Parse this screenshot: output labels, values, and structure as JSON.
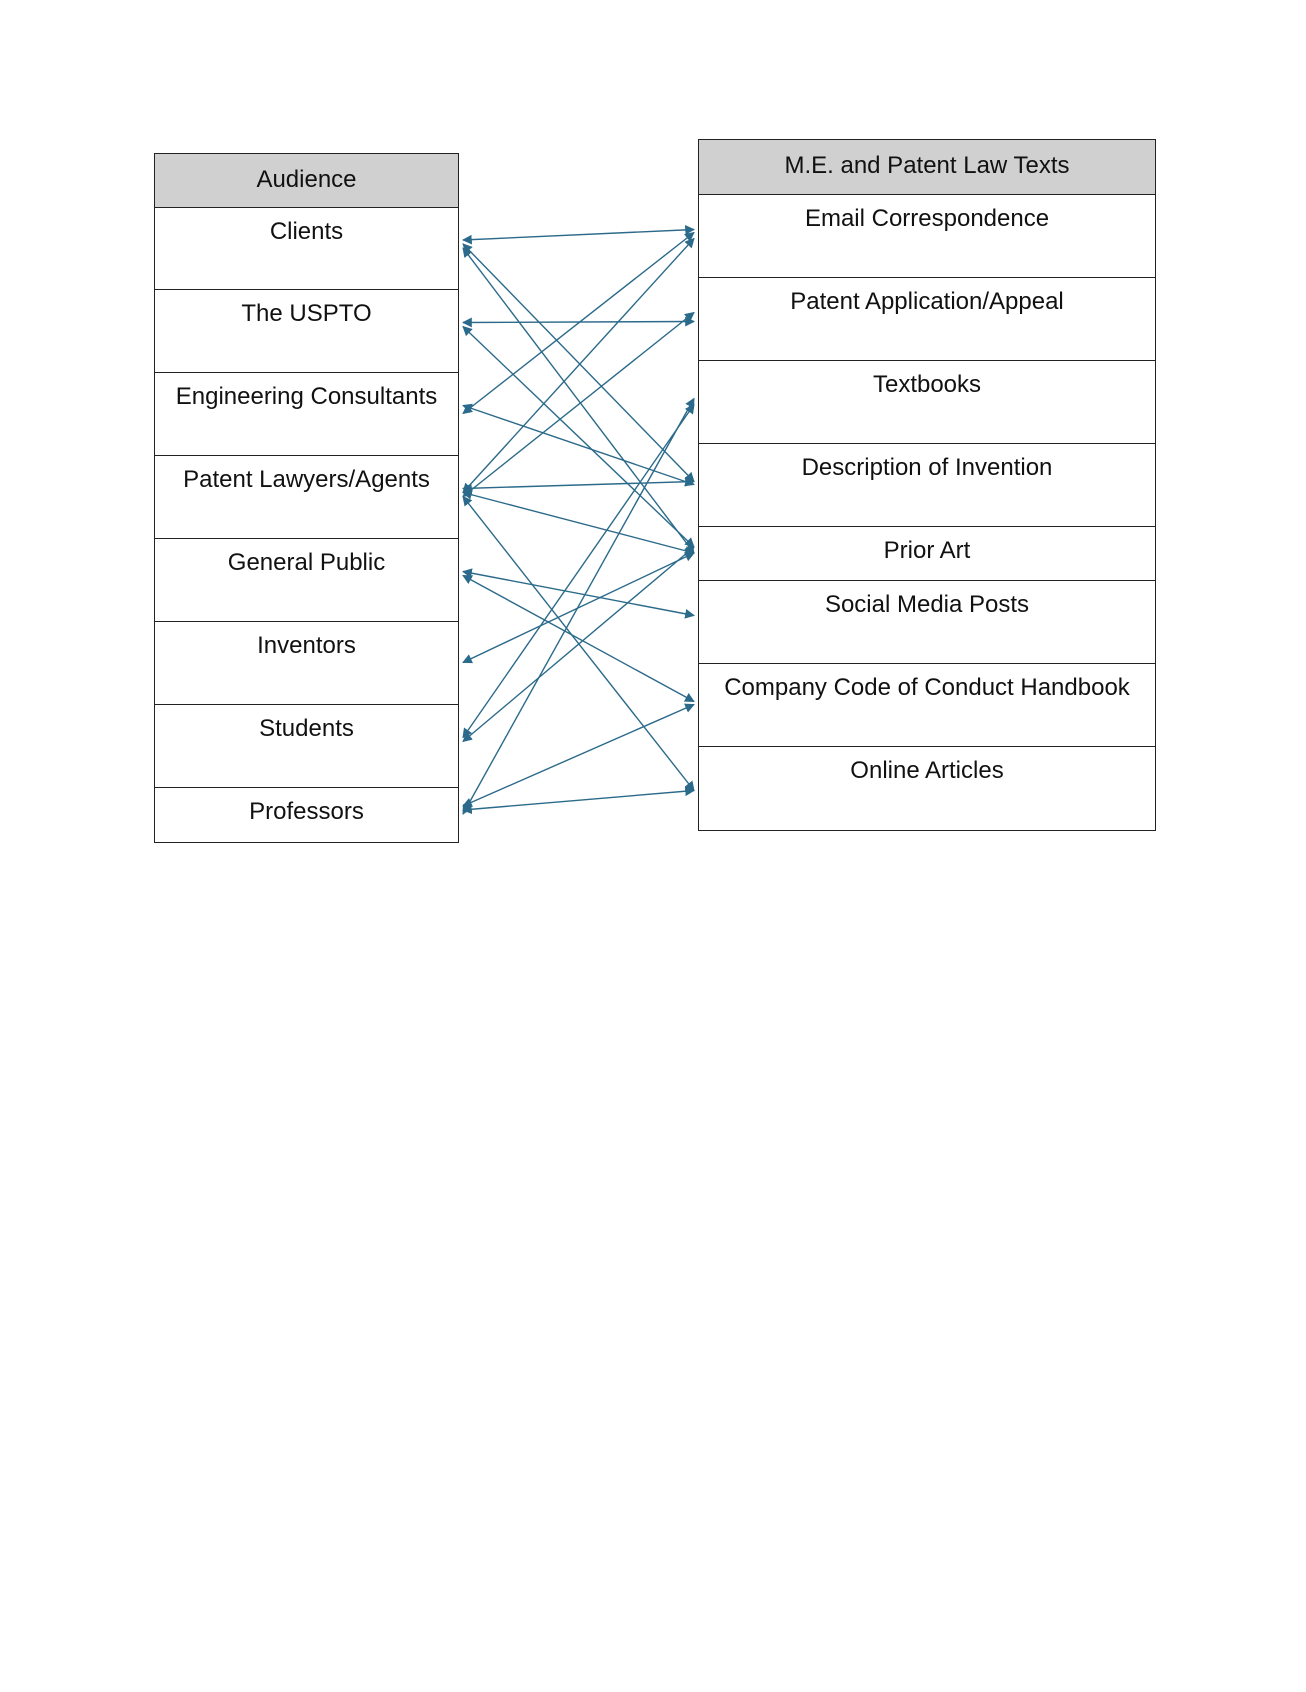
{
  "audience": {
    "header": "Audience",
    "items": [
      "Clients",
      "The USPTO",
      "Engineering Consultants",
      "Patent Lawyers/Agents",
      "General Public",
      "Inventors",
      "Students",
      "Professors"
    ]
  },
  "texts": {
    "header": "M.E. and Patent Law Texts",
    "items": [
      "Email Correspondence",
      "Patent Application/Appeal",
      "Textbooks",
      "Description of Invention",
      "Prior Art",
      "Social Media Posts",
      "Company Code of Conduct Handbook",
      "Online Articles"
    ]
  },
  "links": [
    {
      "from": "Clients",
      "to": "Email Correspondence"
    },
    {
      "from": "Clients",
      "to": "Description of Invention"
    },
    {
      "from": "Clients",
      "to": "Prior Art"
    },
    {
      "from": "The USPTO",
      "to": "Patent Application/Appeal"
    },
    {
      "from": "The USPTO",
      "to": "Prior Art"
    },
    {
      "from": "Engineering Consultants",
      "to": "Email Correspondence"
    },
    {
      "from": "Engineering Consultants",
      "to": "Description of Invention"
    },
    {
      "from": "Patent Lawyers/Agents",
      "to": "Email Correspondence"
    },
    {
      "from": "Patent Lawyers/Agents",
      "to": "Patent Application/Appeal"
    },
    {
      "from": "Patent Lawyers/Agents",
      "to": "Description of Invention"
    },
    {
      "from": "Patent Lawyers/Agents",
      "to": "Prior Art"
    },
    {
      "from": "Patent Lawyers/Agents",
      "to": "Online Articles"
    },
    {
      "from": "General Public",
      "to": "Social Media Posts"
    },
    {
      "from": "General Public",
      "to": "Company Code of Conduct Handbook"
    },
    {
      "from": "Inventors",
      "to": "Prior Art"
    },
    {
      "from": "Students",
      "to": "Textbooks"
    },
    {
      "from": "Students",
      "to": "Prior Art"
    },
    {
      "from": "Professors",
      "to": "Textbooks"
    },
    {
      "from": "Professors",
      "to": "Company Code of Conduct Handbook"
    },
    {
      "from": "Professors",
      "to": "Online Articles"
    }
  ],
  "colors": {
    "arrow": "#2b6a8a",
    "header_fill": "#d0d0d0",
    "border": "#222222"
  }
}
